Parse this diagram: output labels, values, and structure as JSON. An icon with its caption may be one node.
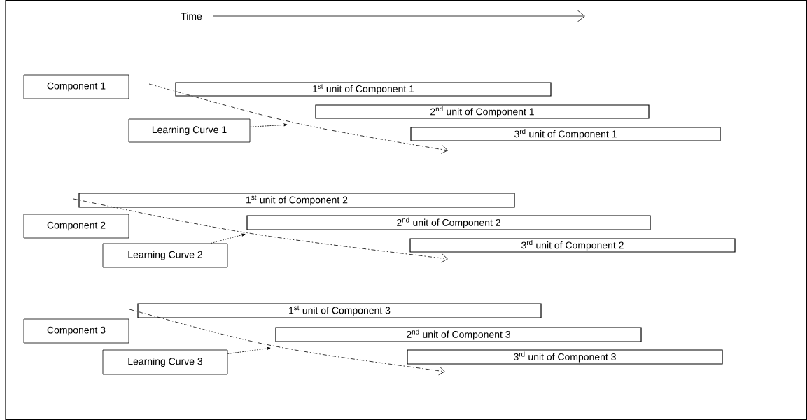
{
  "diagram": {
    "nodes": [
      {
        "text": [
          "Component 1"
        ]
      },
      {
        "text": [
          "1$^{st}$ unit of Component 1"
        ]
      },
      {
        "text": [
          "2$^{nd}$ unit of Component 1"
        ]
      },
      {
        "text": [
          "3$^{rd}$ unit of Component 1"
        ]
      },
      {
        "text": [
          "Learning Curve 1"
        ]
      },
      {
        "text": [],
        "shape": "curve"
      },
      {
        "text": [
          "Component 2"
        ]
      },
      {
        "text": [
          "1$^{st}$ unit of Component 2"
        ]
      },
      {
        "text": [
          "2$^{nd}$ unit of Component 2"
        ]
      },
      {
        "text": [
          "3$^{rd}$ unit of Component 2"
        ]
      },
      {
        "text": [
          "Learning Curve 2"
        ]
      },
      {
        "text": [],
        "shape": "curve"
      },
      {
        "text": [
          "Component 3"
        ]
      },
      {
        "text": [
          "1$^{st}$ unit of Component 3"
        ]
      },
      {
        "text": [
          "2$^{nd}$ unit of Component 3"
        ]
      },
      {
        "text": [
          "3$^{rd}$ unit of Component 3"
        ]
      },
      {
        "text": [
          "Learning Curve 3"
        ]
      },
      {
        "text": [],
        "shape": "curve"
      }
    ],
    "edges": [
      {
        "from": 4,
        "to": 5,
        "arrow": "to",
        "style": "dashed"
      },
      {
        "from": 10,
        "to": 11,
        "arrow": "to",
        "style": "dashed"
      },
      {
        "from": 16,
        "to": 17,
        "arrow": "to",
        "style": "dashed"
      }
    ],
    "labels": [
      "Time"
    ]
  }
}
